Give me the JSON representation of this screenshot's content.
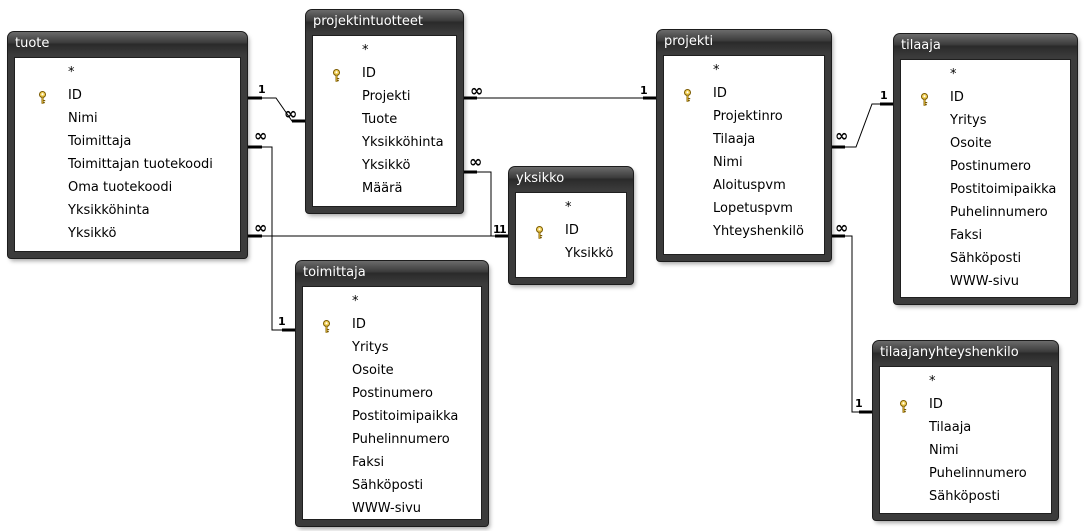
{
  "tables": [
    {
      "id": "tuote",
      "title": "tuote",
      "fields": [
        {
          "name": "*"
        },
        {
          "name": "ID",
          "key": true
        },
        {
          "name": "Nimi"
        },
        {
          "name": "Toimittaja"
        },
        {
          "name": "Toimittajan tuotekoodi"
        },
        {
          "name": "Oma tuotekoodi"
        },
        {
          "name": "Yksikköhinta"
        },
        {
          "name": "Yksikkö"
        }
      ]
    },
    {
      "id": "projektintuotteet",
      "title": "projektintuotteet",
      "fields": [
        {
          "name": "*"
        },
        {
          "name": "ID",
          "key": true
        },
        {
          "name": "Projekti"
        },
        {
          "name": "Tuote"
        },
        {
          "name": "Yksikköhinta"
        },
        {
          "name": "Yksikkö"
        },
        {
          "name": "Määrä"
        }
      ]
    },
    {
      "id": "yksikko",
      "title": "yksikko",
      "fields": [
        {
          "name": "*"
        },
        {
          "name": "ID",
          "key": true
        },
        {
          "name": "Yksikkö"
        }
      ]
    },
    {
      "id": "toimittaja",
      "title": "toimittaja",
      "fields": [
        {
          "name": "*"
        },
        {
          "name": "ID",
          "key": true
        },
        {
          "name": "Yritys"
        },
        {
          "name": "Osoite"
        },
        {
          "name": "Postinumero"
        },
        {
          "name": "Postitoimipaikka"
        },
        {
          "name": "Puhelinnumero"
        },
        {
          "name": "Faksi"
        },
        {
          "name": "Sähköposti"
        },
        {
          "name": "WWW-sivu"
        }
      ]
    },
    {
      "id": "projekti",
      "title": "projekti",
      "fields": [
        {
          "name": "*"
        },
        {
          "name": "ID",
          "key": true
        },
        {
          "name": "Projektinro"
        },
        {
          "name": "Tilaaja"
        },
        {
          "name": "Nimi"
        },
        {
          "name": "Aloituspvm"
        },
        {
          "name": "Lopetuspvm"
        },
        {
          "name": "Yhteyshenkilö"
        }
      ]
    },
    {
      "id": "tilaaja",
      "title": "tilaaja",
      "fields": [
        {
          "name": "*"
        },
        {
          "name": "ID",
          "key": true
        },
        {
          "name": "Yritys"
        },
        {
          "name": "Osoite"
        },
        {
          "name": "Postinumero"
        },
        {
          "name": "Postitoimipaikka"
        },
        {
          "name": "Puhelinnumero"
        },
        {
          "name": "Faksi"
        },
        {
          "name": "Sähköposti"
        },
        {
          "name": "WWW-sivu"
        }
      ]
    },
    {
      "id": "tilaajanyhteyshenkilo",
      "title": "tilaajanyhteyshenkilo",
      "fields": [
        {
          "name": "*"
        },
        {
          "name": "ID",
          "key": true
        },
        {
          "name": "Tilaaja"
        },
        {
          "name": "Nimi"
        },
        {
          "name": "Puhelinnumero"
        },
        {
          "name": "Sähköposti"
        }
      ]
    }
  ],
  "relationships": [
    {
      "from_table": "tuote",
      "to_table": "projektintuotteet",
      "from_label": "1",
      "to_label": "∞"
    },
    {
      "from_table": "tuote",
      "to_table": "toimittaja",
      "from_label": "∞",
      "to_label": "1"
    },
    {
      "from_table": "tuote",
      "to_table": "yksikko",
      "from_label": "∞",
      "to_label": "1"
    },
    {
      "from_table": "projektintuotteet",
      "to_table": "yksikko",
      "from_label": "∞",
      "to_label": "1"
    },
    {
      "from_table": "projektintuotteet",
      "to_table": "projekti",
      "from_label": "∞",
      "to_label": "1"
    },
    {
      "from_table": "projekti",
      "to_table": "tilaaja",
      "from_label": "∞",
      "to_label": "1"
    },
    {
      "from_table": "projekti",
      "to_table": "tilaajanyhteyshenkilo",
      "from_label": "∞",
      "to_label": "1"
    }
  ],
  "key_icon": "key-icon"
}
